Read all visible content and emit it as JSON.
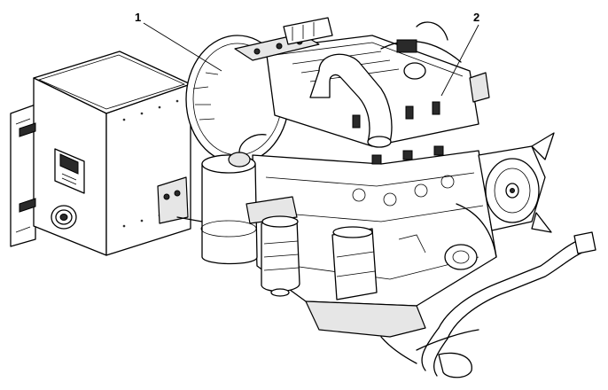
{
  "callouts": [
    {
      "id": "1",
      "label": "1"
    },
    {
      "id": "2",
      "label": "2"
    }
  ],
  "colors": {
    "line": "#000000",
    "background": "#ffffff",
    "shade": "#e6e6e6"
  },
  "icons": [
    "control-box",
    "cooling-fan-shroud",
    "intake-pipe",
    "fuel-filter",
    "oil-filter",
    "fan-pulley",
    "hose"
  ]
}
